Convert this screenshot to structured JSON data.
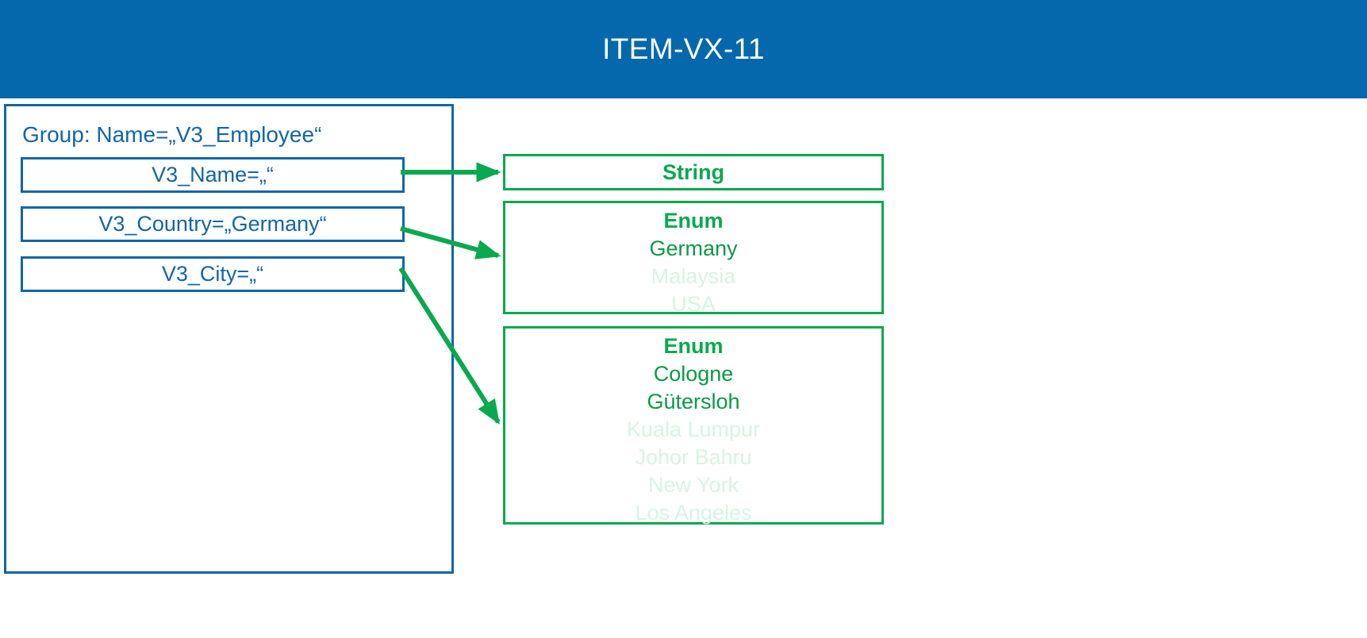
{
  "header": {
    "title": "ITEM-VX-11",
    "background_color": "#0568AC",
    "text_color": "#FFFFFF"
  },
  "colors": {
    "header_blue": "#0568AC",
    "border_blue": "#1266A8",
    "accent_green": "#09A94F",
    "enum_active_green": "#0B9A46",
    "enum_inactive_green": "#D6F5E1"
  },
  "group_panel": {
    "label": "Group: Name=„V3_Employee“",
    "attributes": [
      {
        "label": "V3_Name=„“"
      },
      {
        "label": "V3_Country=„Germany“"
      },
      {
        "label": "V3_City=„“"
      }
    ]
  },
  "type_boxes": [
    {
      "title": "String",
      "items": []
    },
    {
      "title": "Enum",
      "items": [
        {
          "label": "Germany",
          "state": "active"
        },
        {
          "label": "Malaysia",
          "state": "inactive"
        },
        {
          "label": "USA",
          "state": "inactive"
        }
      ]
    },
    {
      "title": "Enum",
      "items": [
        {
          "label": "Cologne",
          "state": "active"
        },
        {
          "label": "Gütersloh",
          "state": "active"
        },
        {
          "label": "Kuala Lumpur",
          "state": "inactive"
        },
        {
          "label": "Johor Bahru",
          "state": "inactive"
        },
        {
          "label": "New York",
          "state": "inactive"
        },
        {
          "label": "Los Angeles",
          "state": "inactive"
        }
      ]
    }
  ],
  "connectors": [
    {
      "from": "V3_Name",
      "to": "String"
    },
    {
      "from": "V3_Country",
      "to": "Enum-Country"
    },
    {
      "from": "V3_City",
      "to": "Enum-City"
    }
  ]
}
